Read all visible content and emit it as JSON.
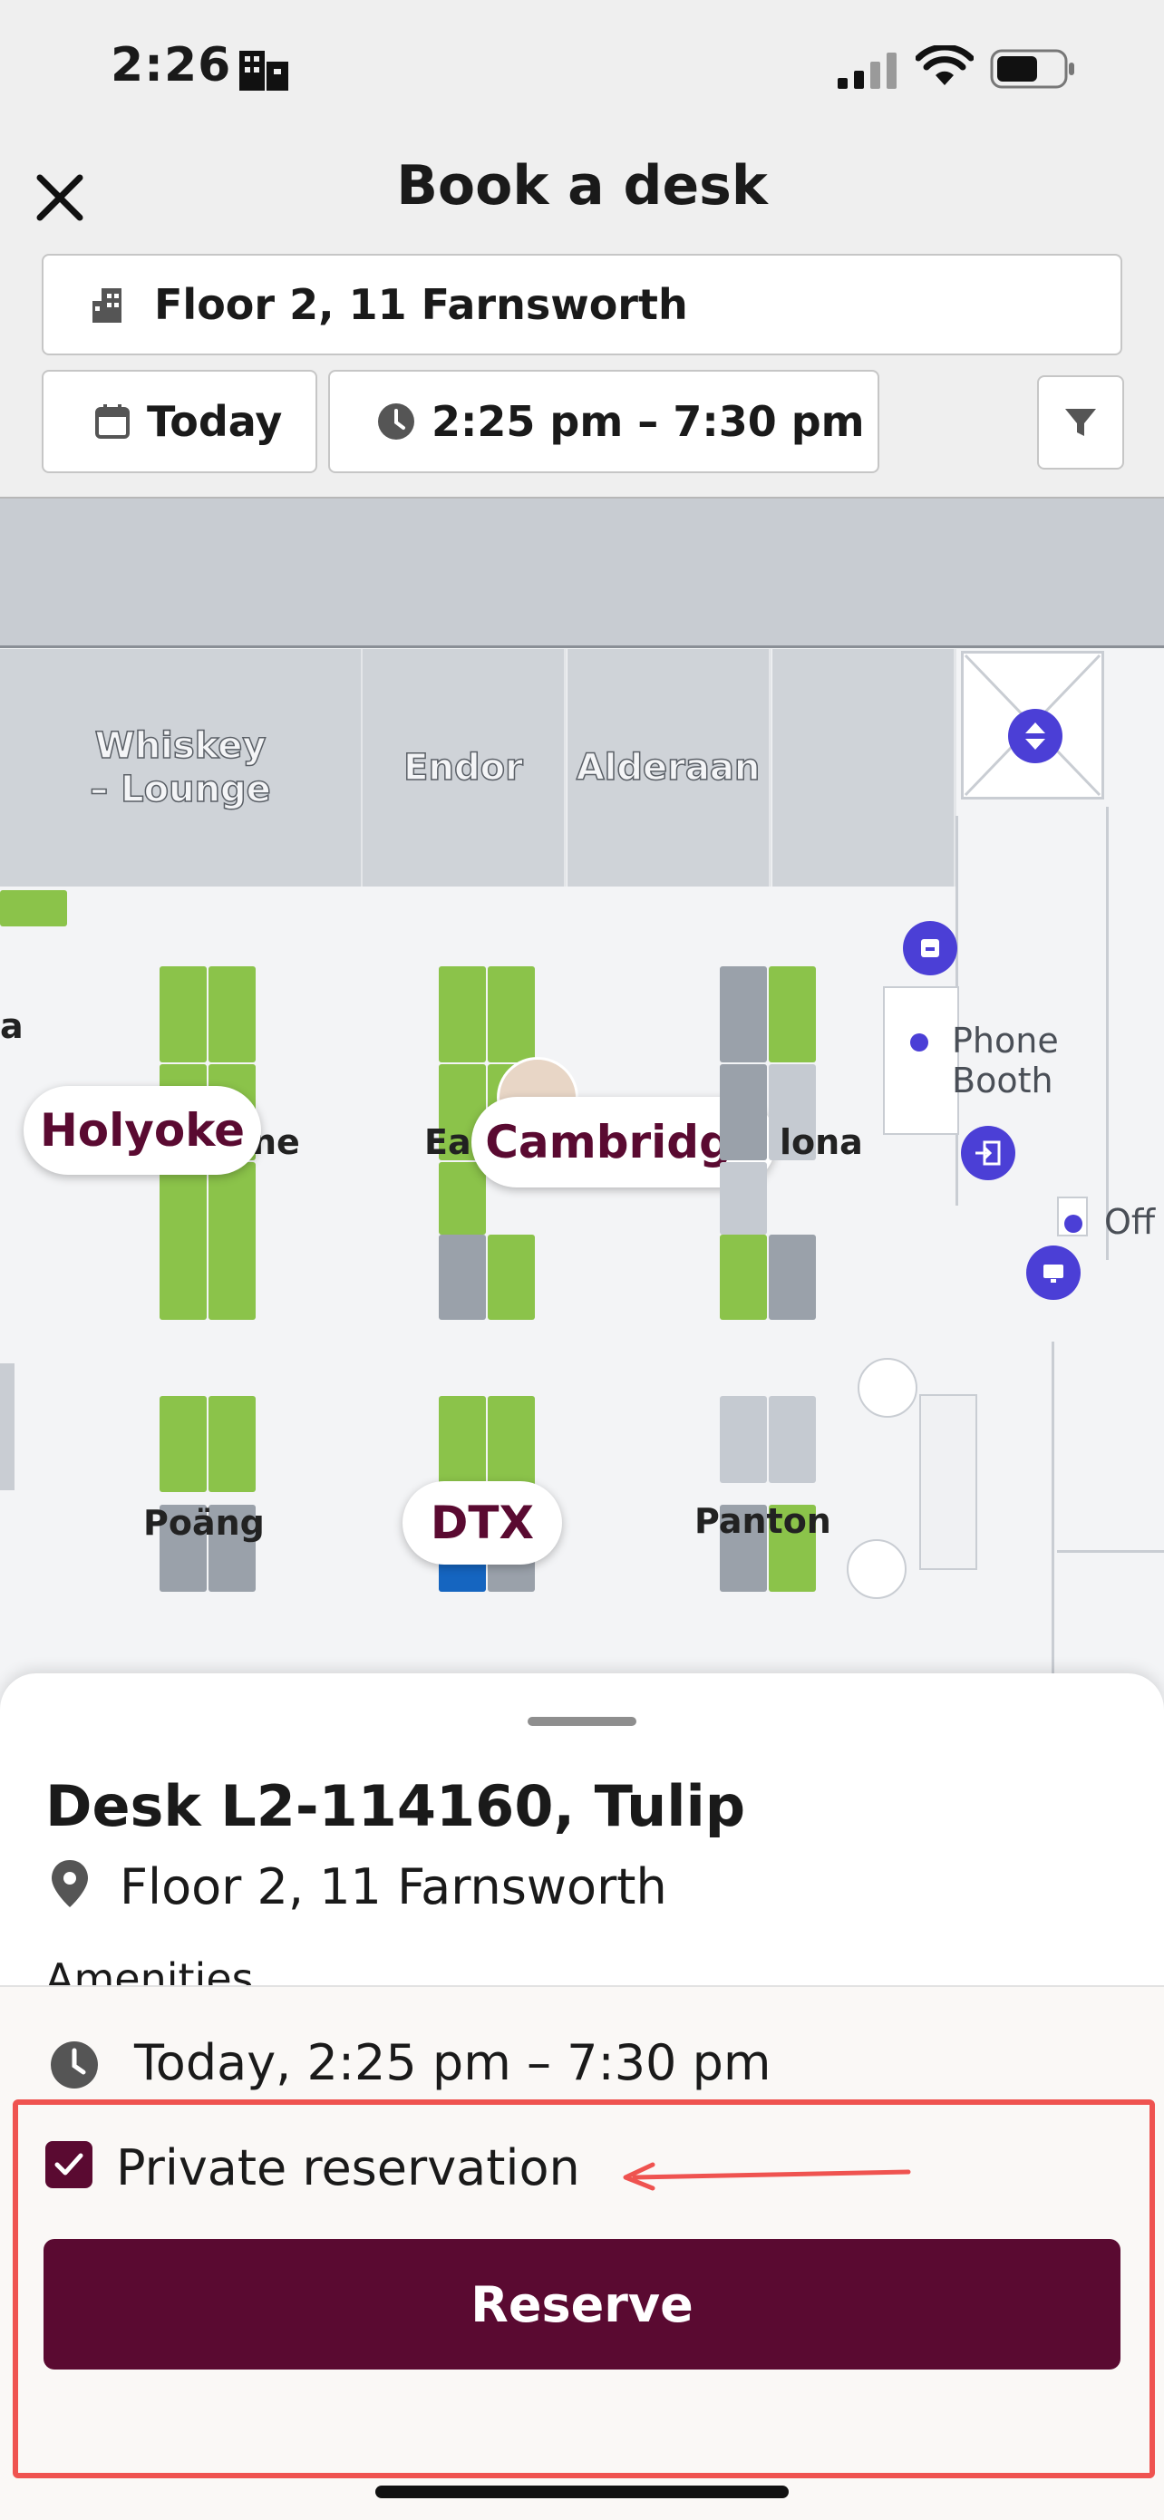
{
  "status_bar": {
    "time": "2:26"
  },
  "header": {
    "title": "Book a desk",
    "location": "Floor 2, 11 Farnsworth",
    "date": "Today",
    "time_range": "2:25 pm – 7:30 pm"
  },
  "map": {
    "rooms": [
      "Whiskey – Lounge",
      "Endor",
      "Alderaan"
    ],
    "labels": {
      "holyoke_partial": "ne",
      "east_partial": "Ea",
      "barcelona_partial": "lona",
      "left_partial": "a",
      "poang": "Poäng",
      "panton": "Panton",
      "phone_booth": "Phone Booth",
      "office_partial": "Off"
    },
    "bubbles": {
      "holyoke": "Holyoke",
      "cambridge": "Cambridge",
      "dtx": "DTX"
    }
  },
  "sheet": {
    "desk_title": "Desk L2-114160, Tulip",
    "location": "Floor 2, 11 Farnsworth",
    "amenities_label": "Amenities",
    "time_summary": "Today, 2:25 pm – 7:30 pm",
    "private_label": "Private reservation",
    "private_checked": true,
    "reserve_label": "Reserve"
  },
  "colors": {
    "brand": "#5a0a31",
    "desk_available": "#8bc34a",
    "desk_occupied": "#9aa1aa",
    "desk_selected": "#1565c0",
    "poi": "#4b3fd6",
    "annotation": "#ef5350"
  },
  "icons": [
    "building-icon",
    "calendar-icon",
    "clock-icon",
    "filter-icon",
    "close-icon",
    "map-pin-icon",
    "checkbox-check-icon"
  ]
}
